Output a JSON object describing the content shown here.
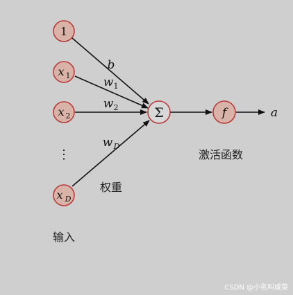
{
  "diagram": {
    "inputs": {
      "bias_node": "1",
      "x1": {
        "base": "x",
        "sub": "1"
      },
      "x2": {
        "base": "x",
        "sub": "2"
      },
      "ellipsis": "⋮",
      "xD": {
        "base": "x",
        "sub": "D"
      }
    },
    "weights": {
      "b": "b",
      "w1": {
        "base": "w",
        "sub": "1"
      },
      "w2": {
        "base": "w",
        "sub": "2"
      },
      "wD": {
        "base": "w",
        "sub": "D"
      }
    },
    "sum_symbol": "Σ",
    "activation_symbol": "f",
    "output_symbol": "a",
    "labels": {
      "weights_label": "权重",
      "inputs_label": "输入",
      "activation_label": "激活函数"
    },
    "colors": {
      "node_fill": "#d9b3a8",
      "node_stroke": "#b83a3a",
      "background": "#cfcfcf"
    }
  },
  "watermark": "CSDN @小名叫咸菜"
}
